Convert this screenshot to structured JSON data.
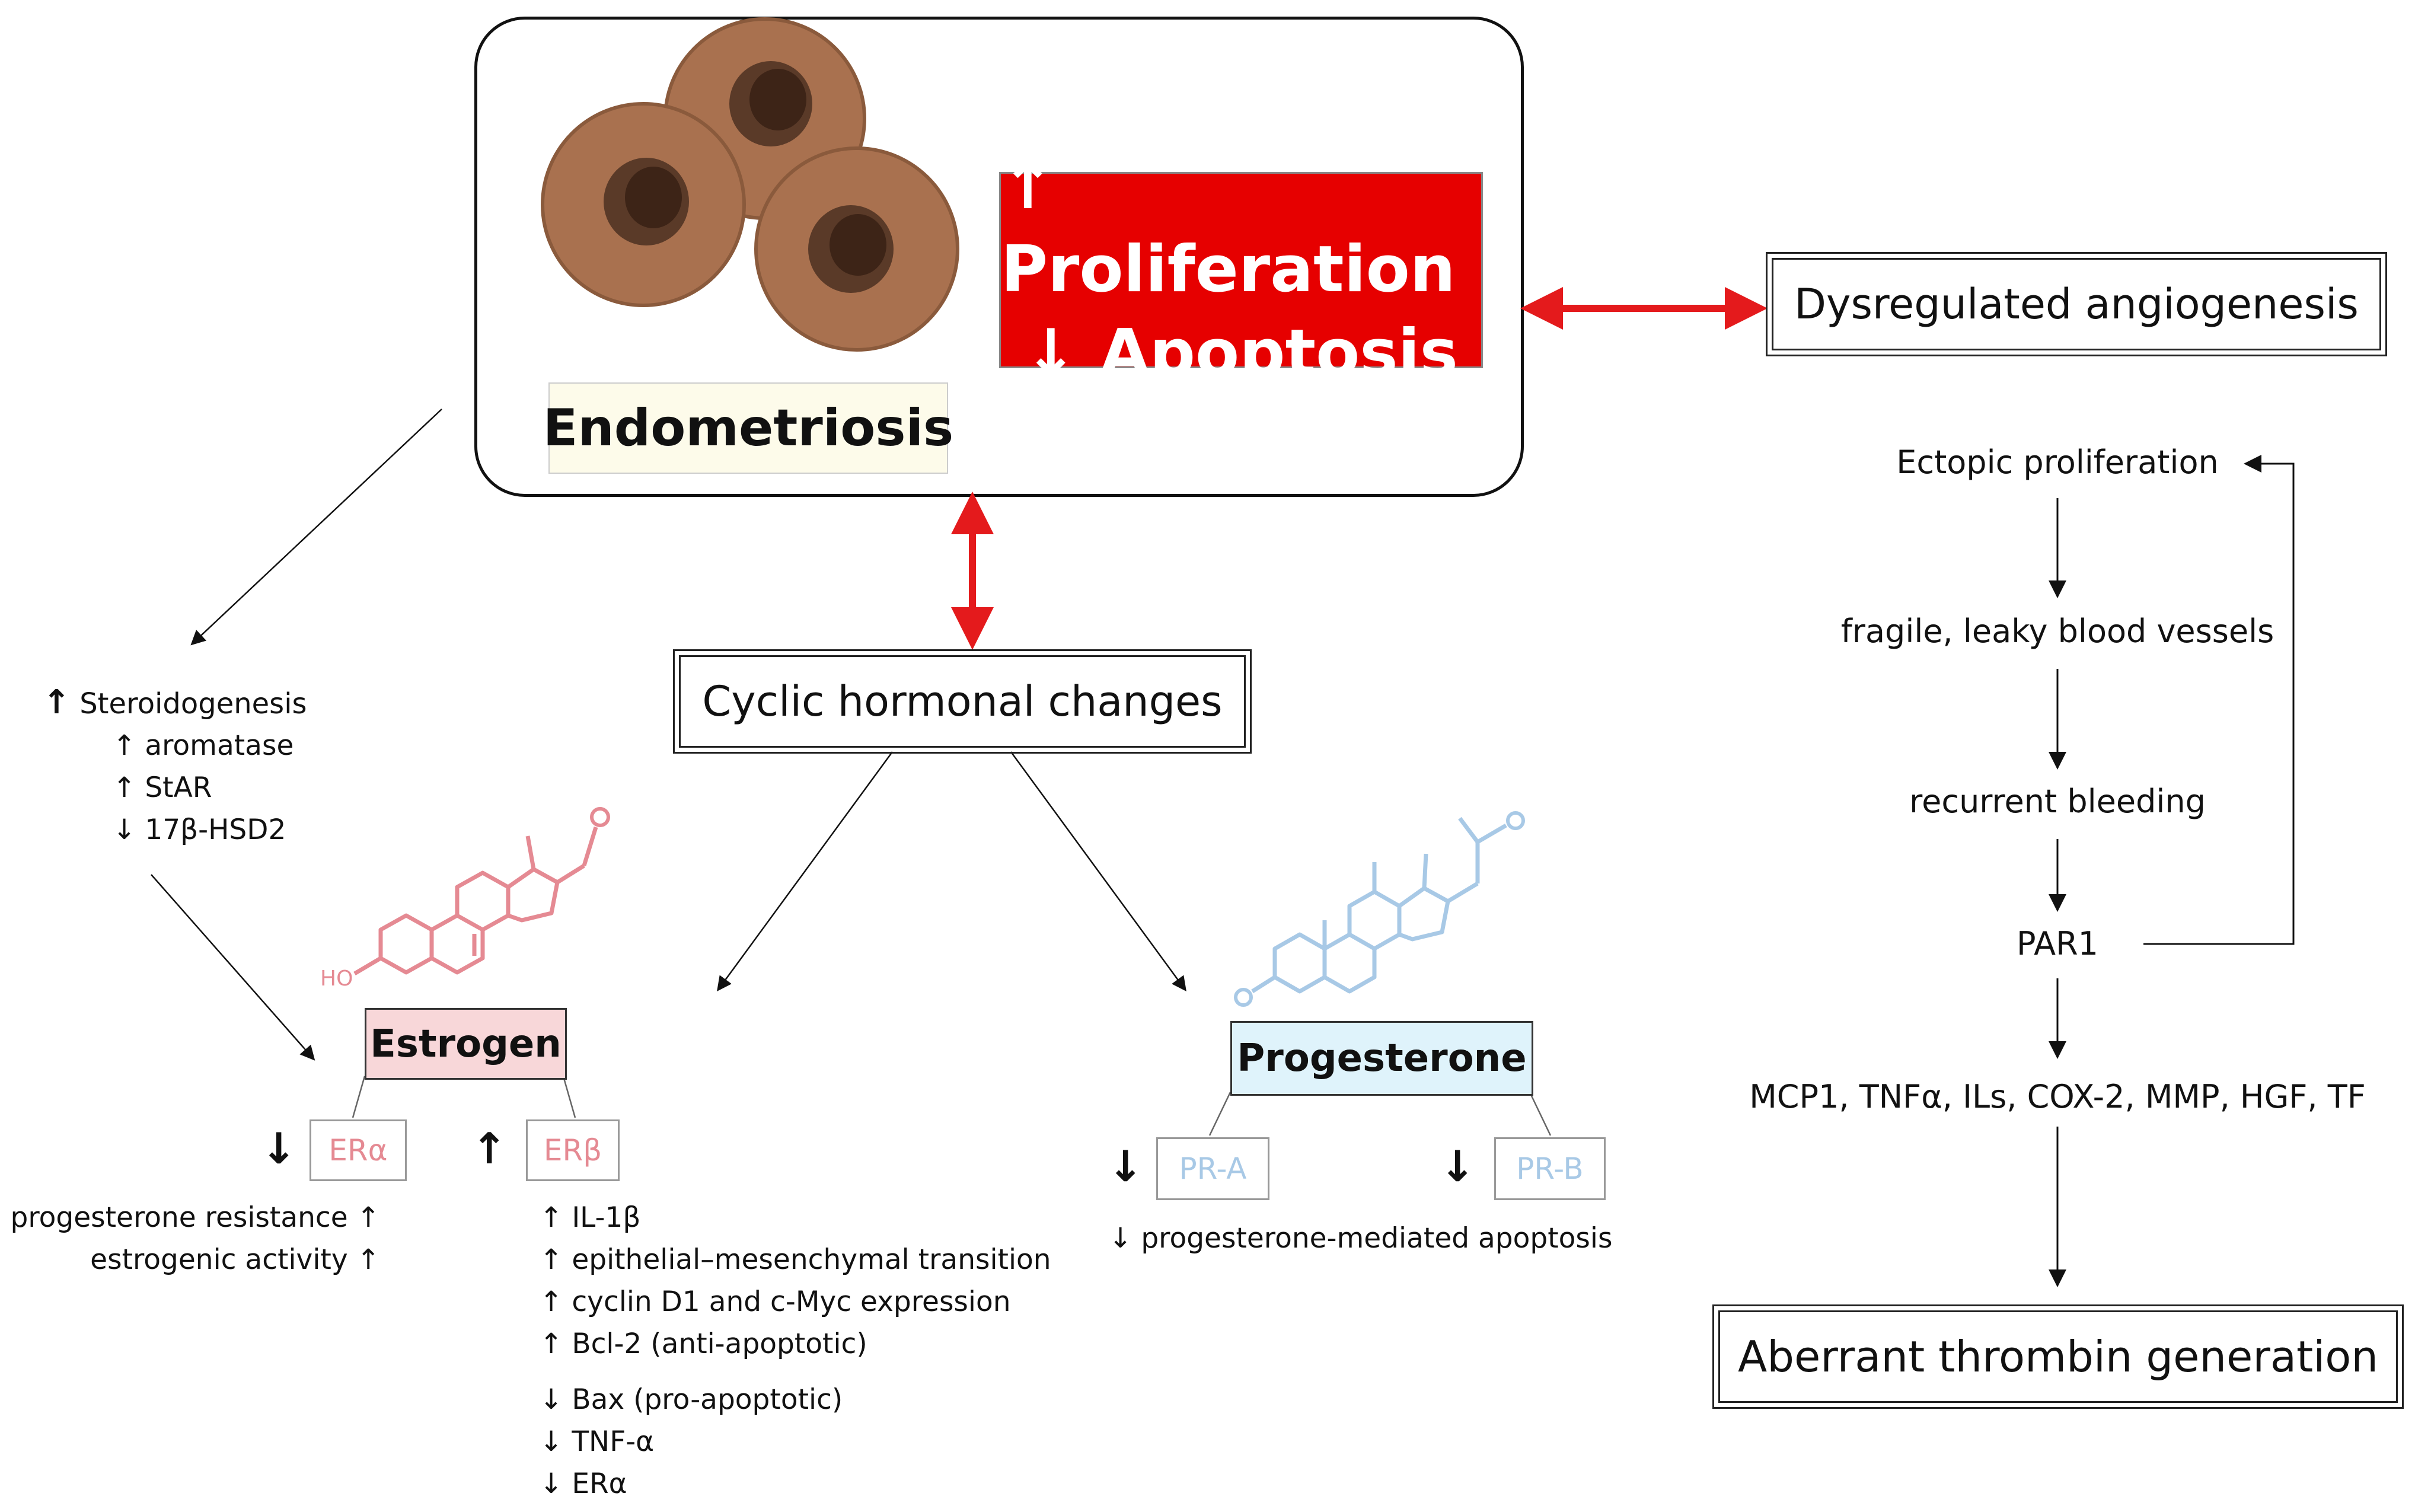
{
  "endometriosis_label": "Endometriosis",
  "proliferation": "↑ Proliferation",
  "apoptosis": "↓ Apoptosis",
  "angiogenesis_title": "Dysregulated angiogenesis",
  "cyclic_title": "Cyclic hormonal changes",
  "thrombin_title": "Aberrant thrombin generation",
  "steroidogenesis": {
    "heading": "Steroidogenesis",
    "heading_arrow": "↑",
    "items": [
      "↑ aromatase",
      "↑ StAR",
      "↓ 17β-HSD2"
    ]
  },
  "estrogen": {
    "label": "Estrogen",
    "ho_label": "HO",
    "er_alpha": "ERα",
    "er_beta": "ERβ",
    "er_alpha_arrow": "↓",
    "er_beta_arrow": "↑",
    "alpha_effects": [
      "progesterone resistance ↑",
      "estrogenic activity ↑"
    ],
    "beta_effects_up": [
      "↑ IL-1β",
      "↑ epithelial–mesenchymal transition",
      "↑ cyclin D1 and c-Myc expression",
      "↑ Bcl-2 (anti-apoptotic)"
    ],
    "beta_effects_down": [
      "↓ Bax (pro-apoptotic)",
      "↓ TNF-α",
      "↓ ERα"
    ]
  },
  "progesterone": {
    "label": "Progesterone",
    "pr_a": "PR-A",
    "pr_b": "PR-B",
    "pr_a_arrow": "↓",
    "pr_b_arrow": "↓",
    "effect": "↓ progesterone-mediated apoptosis"
  },
  "angiogenesis_flow": {
    "steps": [
      "Ectopic proliferation",
      "fragile, leaky blood vessels",
      "recurrent bleeding",
      "PAR1",
      "MCP1, TNFα, ILs, COX-2, MMP, HGF, TF"
    ]
  },
  "colors": {
    "red_box": "#e60000",
    "red_arrow": "#e41a1c",
    "estrogen_fill": "#f8d7d9",
    "estrogen_molecule": "#e58a93",
    "progesterone_fill": "#dff3fb",
    "progesterone_molecule": "#a8c9e6",
    "cell_fill": "#a9714f",
    "endometriosis_label_fill": "#fdfbea"
  }
}
